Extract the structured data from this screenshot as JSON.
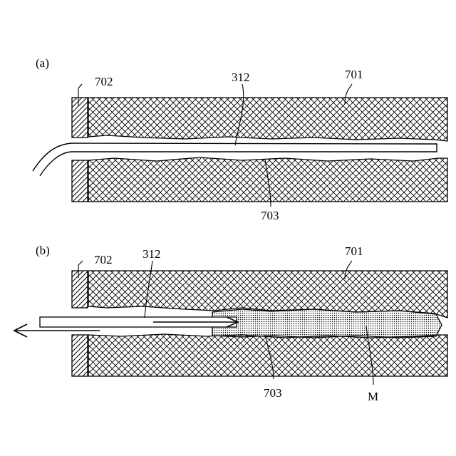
{
  "figure": {
    "panel_a": {
      "label": "(a)",
      "callouts": {
        "wall": "702",
        "ground": "701",
        "tube": "312",
        "bore": "703"
      }
    },
    "panel_b": {
      "label": "(b)",
      "callouts": {
        "wall": "702",
        "ground": "701",
        "tube": "312",
        "bore": "703",
        "material": "M"
      }
    }
  }
}
